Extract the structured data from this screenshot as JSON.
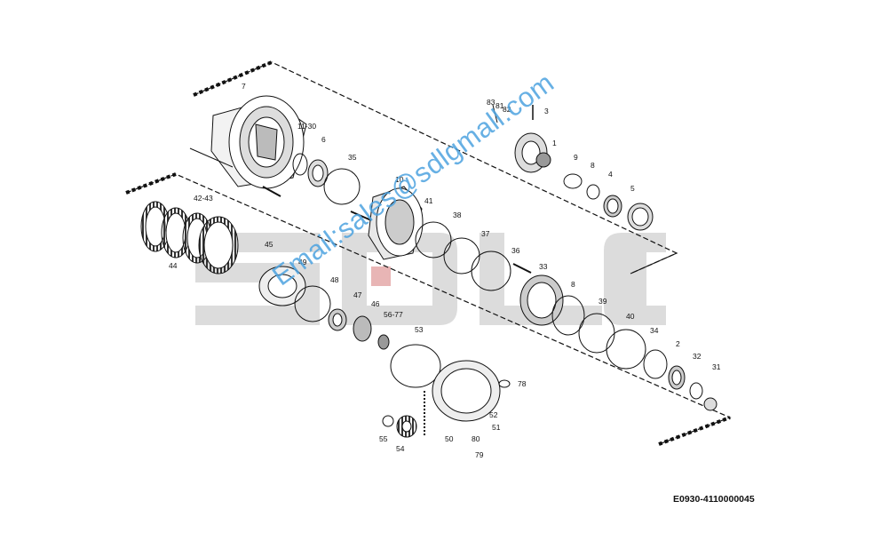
{
  "diagram": {
    "title": "",
    "drawing_code": "E0930-4110000045",
    "watermark": {
      "logo_text": "SDLG",
      "email_text": "Email:sales@sdlgmall.com",
      "logo_color": "#d9d9d9",
      "email_color": "#4da3e0"
    },
    "parts": [
      {
        "id": "p7",
        "label": "7"
      },
      {
        "id": "p11-30",
        "label": "11-30"
      },
      {
        "id": "p6",
        "label": "6"
      },
      {
        "id": "p35",
        "label": "35"
      },
      {
        "id": "p10",
        "label": "10"
      },
      {
        "id": "p41",
        "label": "41"
      },
      {
        "id": "p38",
        "label": "38"
      },
      {
        "id": "p37",
        "label": "37"
      },
      {
        "id": "p36",
        "label": "36"
      },
      {
        "id": "p33",
        "label": "33"
      },
      {
        "id": "p8a",
        "label": "8"
      },
      {
        "id": "p39",
        "label": "39"
      },
      {
        "id": "p40",
        "label": "40"
      },
      {
        "id": "p34",
        "label": "34"
      },
      {
        "id": "p2",
        "label": "2"
      },
      {
        "id": "p32",
        "label": "32"
      },
      {
        "id": "p31",
        "label": "31"
      },
      {
        "id": "p42-43",
        "label": "42-43"
      },
      {
        "id": "p44",
        "label": "44"
      },
      {
        "id": "p45",
        "label": "45"
      },
      {
        "id": "p49",
        "label": "49"
      },
      {
        "id": "p48",
        "label": "48"
      },
      {
        "id": "p47",
        "label": "47"
      },
      {
        "id": "p46",
        "label": "46"
      },
      {
        "id": "p56-77",
        "label": "56-77"
      },
      {
        "id": "p53",
        "label": "53"
      },
      {
        "id": "p78",
        "label": "78"
      },
      {
        "id": "p52",
        "label": "52"
      },
      {
        "id": "p51",
        "label": "51"
      },
      {
        "id": "p80",
        "label": "80"
      },
      {
        "id": "p79",
        "label": "79"
      },
      {
        "id": "p50",
        "label": "50"
      },
      {
        "id": "p55",
        "label": "55"
      },
      {
        "id": "p54",
        "label": "54"
      },
      {
        "id": "p83",
        "label": "83"
      },
      {
        "id": "p81",
        "label": "81"
      },
      {
        "id": "p82",
        "label": "82"
      },
      {
        "id": "p3",
        "label": "3"
      },
      {
        "id": "p1",
        "label": "1"
      },
      {
        "id": "p9",
        "label": "9"
      },
      {
        "id": "p8b",
        "label": "8"
      },
      {
        "id": "p4",
        "label": "4"
      },
      {
        "id": "p5",
        "label": "5"
      }
    ]
  }
}
